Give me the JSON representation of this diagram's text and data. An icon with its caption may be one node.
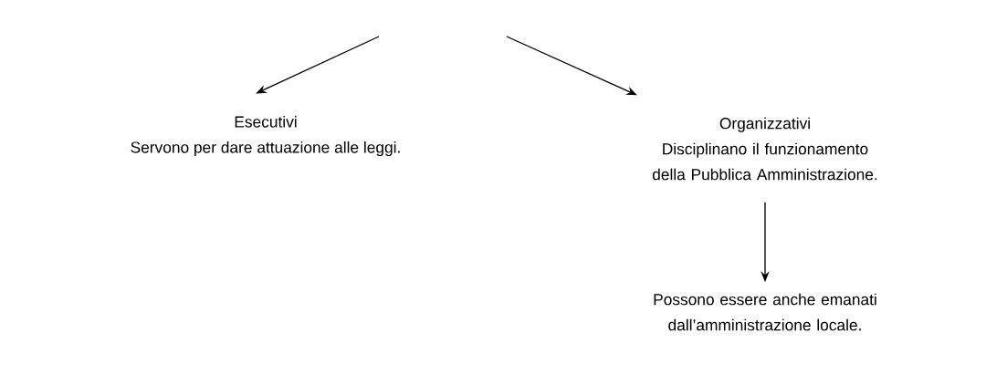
{
  "diagram": {
    "nodes": [
      {
        "text": [
          "Esecutivi",
          "Servono per dare attuazione alle leggi."
        ]
      },
      {
        "text": [
          "Organizzativi",
          "Disciplinano il funzionamento della Pubblica Amministrazione."
        ]
      },
      {
        "text": [
          "Possono essere anche emanati dall’amministrazione locale."
        ]
      }
    ],
    "edges": [
      {
        "from": null,
        "to": 0,
        "arrow": "to"
      },
      {
        "from": null,
        "to": 1,
        "arrow": "to"
      },
      {
        "from": 1,
        "to": 2,
        "arrow": "to"
      }
    ]
  }
}
